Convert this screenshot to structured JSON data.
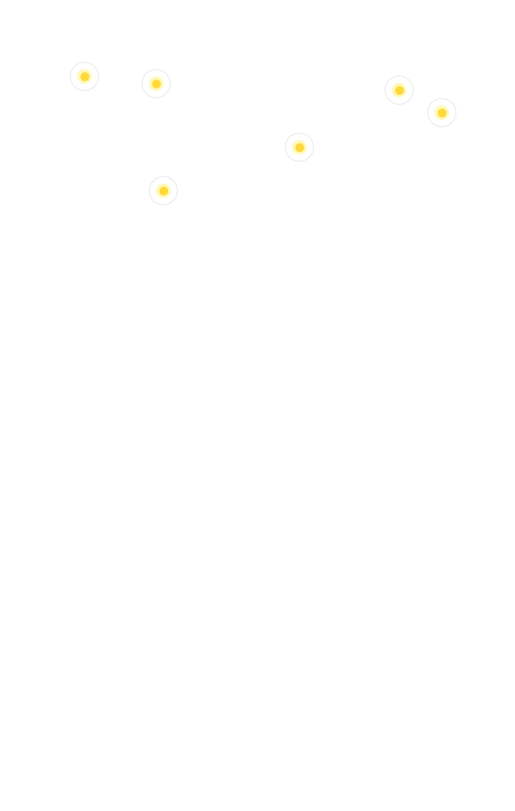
{
  "targets": [
    {
      "id": 1,
      "color": "#ffd93b"
    },
    {
      "id": 2,
      "color": "#ffd93b"
    },
    {
      "id": 3,
      "color": "#ffd93b"
    },
    {
      "id": 4,
      "color": "#ffd93b"
    },
    {
      "id": 5,
      "color": "#ffd93b"
    },
    {
      "id": 6,
      "color": "#ffd93b"
    }
  ]
}
